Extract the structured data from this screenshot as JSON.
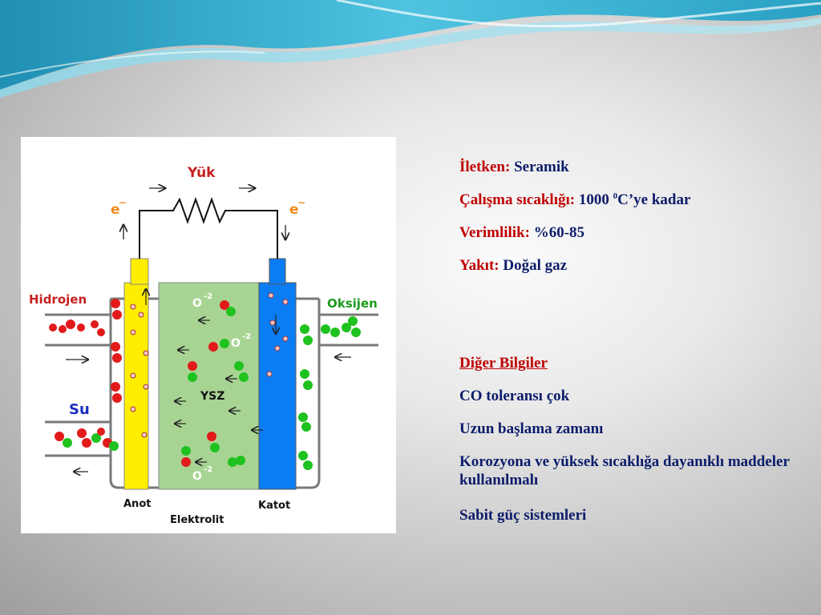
{
  "diagram": {
    "load_label": "Yük",
    "electron_label": "e",
    "electron_sign": "−",
    "hydrogen_label": "Hidrojen",
    "oxygen_label": "Oksijen",
    "water_label": "Su",
    "electrolyte_material": "YSZ",
    "ion_label": "O",
    "ion_charge": "-2",
    "anode_label": "Anot",
    "electrolyte_label": "Elektrolit",
    "cathode_label": "Katot",
    "colors": {
      "anode": "#ffee00",
      "electrolyte": "#a8d493",
      "cathode": "#0a7df5",
      "hydrogen_atom": "#e21a1a",
      "oxygen_atom": "#1fc21f",
      "wire": "#111111",
      "label_red": "#c62020",
      "label_green": "#1d9a1d",
      "label_blue": "#1a2ec0",
      "electron_orange": "#f08a1c"
    }
  },
  "info": {
    "conductor_label": "İletken:",
    "conductor_value": "Seramik",
    "temp_label": "Çalışma sıcaklığı:",
    "temp_value_num": "1000",
    "temp_value_sup": "0",
    "temp_value_rest": "C’ye kadar",
    "efficiency_label": "Verimlilik:",
    "efficiency_value": "%60-85",
    "fuel_label": "Yakıt:",
    "fuel_value": "Doğal gaz",
    "other_heading": "Diğer Bilgiler",
    "items": [
      "CO toleransı çok",
      "Uzun başlama zamanı",
      "Korozyona ve yüksek sıcaklığa dayanıklı maddeler kullanılmalı",
      "Sabit güç sistemleri"
    ]
  }
}
